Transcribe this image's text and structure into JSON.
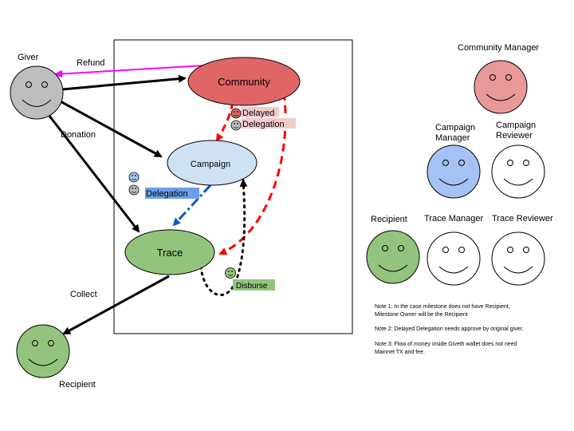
{
  "nodes": {
    "community": {
      "label": "Community",
      "fill": "#e06666"
    },
    "campaign": {
      "label": "Campaign",
      "fill": "#cfe2f3"
    },
    "trace": {
      "label": "Trace",
      "fill": "#93c47d"
    }
  },
  "actors": {
    "giver": {
      "label": "Giver",
      "fill": "#bdbdbd"
    },
    "recipient": {
      "label": "Recipient",
      "fill": "#93c47d"
    }
  },
  "edges": {
    "refund": "Refund",
    "donation": "Donation",
    "collect": "Collect",
    "delayed_delegation_line1": "Delayed",
    "delayed_delegation_line2": "Delegation",
    "delegation": "Delegation",
    "disburse": "Disburse"
  },
  "legend": {
    "community_manager": {
      "label": "Community Manager",
      "fill": "#ea9999"
    },
    "campaign_manager": {
      "line1": "Campaign",
      "line2": "Manager",
      "fill": "#a4c2f4"
    },
    "campaign_reviewer": {
      "line1": "Campaign",
      "line2": "Reviewer",
      "fill": "#ffffff"
    },
    "recipient": {
      "label": "Recipient",
      "fill": "#93c47d"
    },
    "trace_manager": {
      "label": "Trace Manager",
      "fill": "#ffffff"
    },
    "trace_reviewer": {
      "label": "Trace Reviewer",
      "fill": "#ffffff"
    }
  },
  "colors": {
    "refund": "#ff00ff",
    "delayed_delegation": "#ff0000",
    "delegation": "#1155cc",
    "delayed_label_bg": "#f4cccc",
    "delegation_label_bg": "#6d9eeb",
    "disburse_label_bg": "#93c47d"
  },
  "notes": {
    "note1_line1": "Note 1: In the case milestone does not have Recipient,",
    "note1_line2": "Milestone Owner will be the Recipient",
    "note2": "Note 2: Delayed Delegation needs approve by original giver.",
    "note3_line1": "Note 3: Flow of money inside Giveth wallet does not need",
    "note3_line2": "Mainnet TX and fee."
  }
}
